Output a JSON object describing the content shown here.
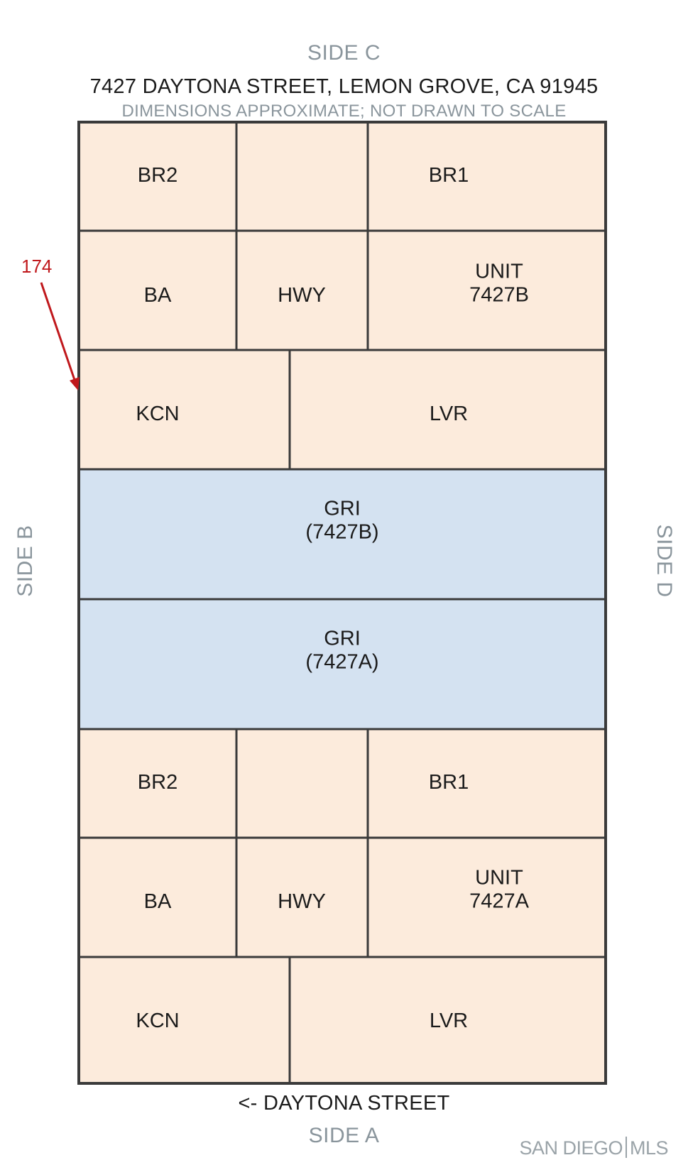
{
  "header": {
    "side_top": "SIDE C",
    "address": "7427 DAYTONA STREET, LEMON GROVE, CA 91945",
    "disclaimer": "DIMENSIONS APPROXIMATE; NOT DRAWN TO SCALE"
  },
  "sides": {
    "left": "SIDE B",
    "right": "SIDE D",
    "bottom": "SIDE A"
  },
  "street_label": "<- DAYTONA STREET",
  "annotation": {
    "label": "174",
    "color": "#c0181c"
  },
  "watermark": {
    "left": "SAN DIEGO",
    "right": "MLS"
  },
  "colors": {
    "room_fill": "#fcebdc",
    "garage_fill": "#d4e2f1",
    "outline": "#3a3a3a"
  },
  "rooms": [
    {
      "id": "b-br2",
      "label": [
        "BR2"
      ],
      "fill": "room"
    },
    {
      "id": "b-closet",
      "label": [],
      "fill": "room"
    },
    {
      "id": "b-br1",
      "label": [
        "BR1"
      ],
      "fill": "room"
    },
    {
      "id": "b-ba",
      "label": [
        "BA"
      ],
      "fill": "room"
    },
    {
      "id": "b-hwy",
      "label": [
        "HWY"
      ],
      "fill": "room"
    },
    {
      "id": "b-unit",
      "label": [
        "UNIT",
        "7427B"
      ],
      "fill": "room"
    },
    {
      "id": "b-kcn",
      "label": [
        "KCN"
      ],
      "fill": "room"
    },
    {
      "id": "b-lvr",
      "label": [
        "LVR"
      ],
      "fill": "room"
    },
    {
      "id": "gri-b",
      "label": [
        "GRI",
        "(7427B)"
      ],
      "fill": "garage"
    },
    {
      "id": "gri-a",
      "label": [
        "GRI",
        "(7427A)"
      ],
      "fill": "garage"
    },
    {
      "id": "a-br2",
      "label": [
        "BR2"
      ],
      "fill": "room"
    },
    {
      "id": "a-closet",
      "label": [],
      "fill": "room"
    },
    {
      "id": "a-br1",
      "label": [
        "BR1"
      ],
      "fill": "room"
    },
    {
      "id": "a-ba",
      "label": [
        "BA"
      ],
      "fill": "room"
    },
    {
      "id": "a-hwy",
      "label": [
        "HWY"
      ],
      "fill": "room"
    },
    {
      "id": "a-unit",
      "label": [
        "UNIT",
        "7427A"
      ],
      "fill": "room"
    },
    {
      "id": "a-kcn",
      "label": [
        "KCN"
      ],
      "fill": "room"
    },
    {
      "id": "a-lvr",
      "label": [
        "LVR"
      ],
      "fill": "room"
    }
  ]
}
